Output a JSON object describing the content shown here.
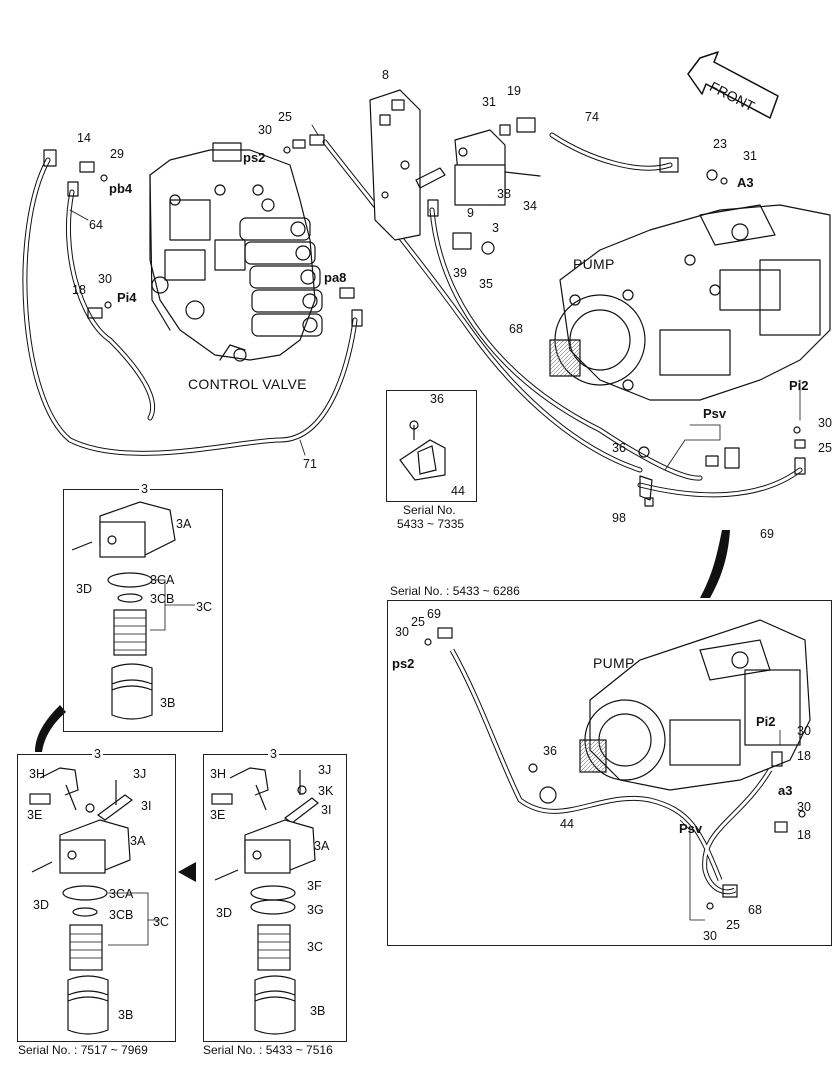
{
  "front_label": "FRONT",
  "titles": {
    "control_valve": "CONTROL VALVE",
    "pump_main": "PUMP",
    "pump_inset": "PUMP"
  },
  "panels": {
    "serial_small": {
      "line1": "Serial No.",
      "line2": "5433 ~ 7335"
    },
    "serial_big": "Serial No. : 5433 ~ 6286",
    "serial_left": "Serial No. : 7517 ~ 7969",
    "serial_mid": "Serial No. : 5433 ~ 7516"
  },
  "ports": {
    "ps2": "ps2",
    "pb4": "pb4",
    "pi4": "Pi4",
    "pa8": "pa8",
    "a3": "A3",
    "pi2": "Pi2",
    "psv": "Psv",
    "ps2_inset": "ps2",
    "pi2_inset": "Pi2",
    "a3_inset": "a3",
    "psv_inset": "Psv"
  },
  "parts_main": {
    "p8": "8",
    "p31a": "31",
    "p19": "19",
    "p74": "74",
    "p14": "14",
    "p29": "29",
    "p30a": "30",
    "p25a": "25",
    "p23": "23",
    "p31b": "31",
    "p38": "38",
    "p34": "34",
    "p9": "9",
    "p3": "3",
    "p39": "39",
    "p35": "35",
    "p64": "64",
    "p18": "18",
    "p30b": "30",
    "p68": "68",
    "p71": "71",
    "p36": "36",
    "p44": "44",
    "p36b": "36",
    "p30c": "30",
    "p25b": "25",
    "p98": "98",
    "p69": "69"
  },
  "parts_top_filter": {
    "hdr": "3",
    "a": "3A",
    "d": "3D",
    "ca": "3CA",
    "cb": "3CB",
    "c": "3C",
    "b": "3B"
  },
  "parts_left_filter": {
    "hdr": "3",
    "h": "3H",
    "j": "3J",
    "e": "3E",
    "i": "3I",
    "a": "3A",
    "d": "3D",
    "ca": "3CA",
    "cb": "3CB",
    "c": "3C",
    "b": "3B"
  },
  "parts_mid_filter": {
    "hdr": "3",
    "h": "3H",
    "j": "3J",
    "k": "3K",
    "e": "3E",
    "i": "3I",
    "a": "3A",
    "d": "3D",
    "f": "3F",
    "g": "3G",
    "c": "3C",
    "b": "3B"
  },
  "parts_inset": {
    "p30a": "30",
    "p25a": "25",
    "p69": "69",
    "p36": "36",
    "p44": "44",
    "p30b": "30",
    "p18a": "18",
    "p30c": "30",
    "p18b": "18",
    "p68": "68",
    "p30d": "30",
    "p25b": "25"
  }
}
